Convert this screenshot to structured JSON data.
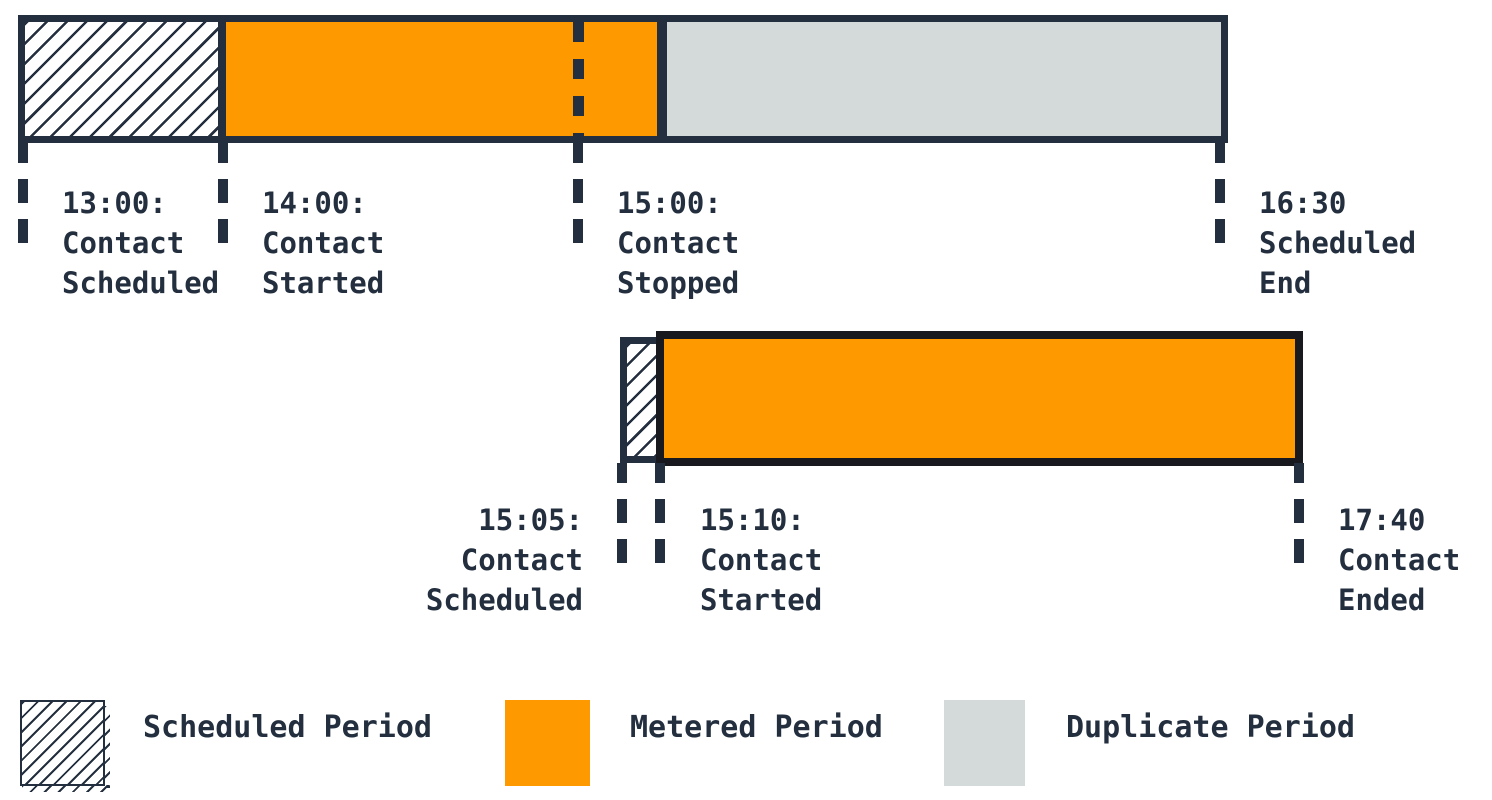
{
  "colors": {
    "navy": "#232F3E",
    "orange": "#FF9900",
    "gray": "#D4D9D9",
    "black": "#17191E"
  },
  "labels": {
    "c1_scheduled": [
      "13:00:",
      "Contact",
      "Scheduled"
    ],
    "c1_started": [
      "14:00:",
      "Contact",
      "Started"
    ],
    "c1_stopped": [
      "15:00:",
      "Contact",
      "Stopped"
    ],
    "c1_end": [
      "16:30",
      "Scheduled",
      "End"
    ],
    "c2_scheduled": [
      "15:05:",
      "Contact",
      "Scheduled"
    ],
    "c2_started": [
      "15:10:",
      "Contact",
      "Started"
    ],
    "c2_ended": [
      "17:40",
      "Contact",
      "Ended"
    ]
  },
  "legend": {
    "scheduled": "Scheduled Period",
    "metered": "Metered Period",
    "duplicate": "Duplicate Period"
  },
  "diagram": {
    "contacts": [
      {
        "events": [
          {
            "time": "13:00",
            "event": "Contact Scheduled"
          },
          {
            "time": "14:00",
            "event": "Contact Started"
          },
          {
            "time": "15:00",
            "event": "Contact Stopped"
          },
          {
            "time": "16:30",
            "event": "Scheduled End"
          }
        ],
        "segments": [
          {
            "from": "13:00",
            "to": "14:00",
            "period": "Scheduled Period"
          },
          {
            "from": "14:00",
            "to": "15:10",
            "period": "Metered Period"
          },
          {
            "from": "15:10",
            "to": "16:30",
            "period": "Duplicate Period"
          }
        ]
      },
      {
        "events": [
          {
            "time": "15:05",
            "event": "Contact Scheduled"
          },
          {
            "time": "15:10",
            "event": "Contact Started"
          },
          {
            "time": "17:40",
            "event": "Contact Ended"
          }
        ],
        "segments": [
          {
            "from": "15:05",
            "to": "15:10",
            "period": "Scheduled Period"
          },
          {
            "from": "15:10",
            "to": "17:40",
            "period": "Metered Period"
          }
        ]
      }
    ]
  }
}
